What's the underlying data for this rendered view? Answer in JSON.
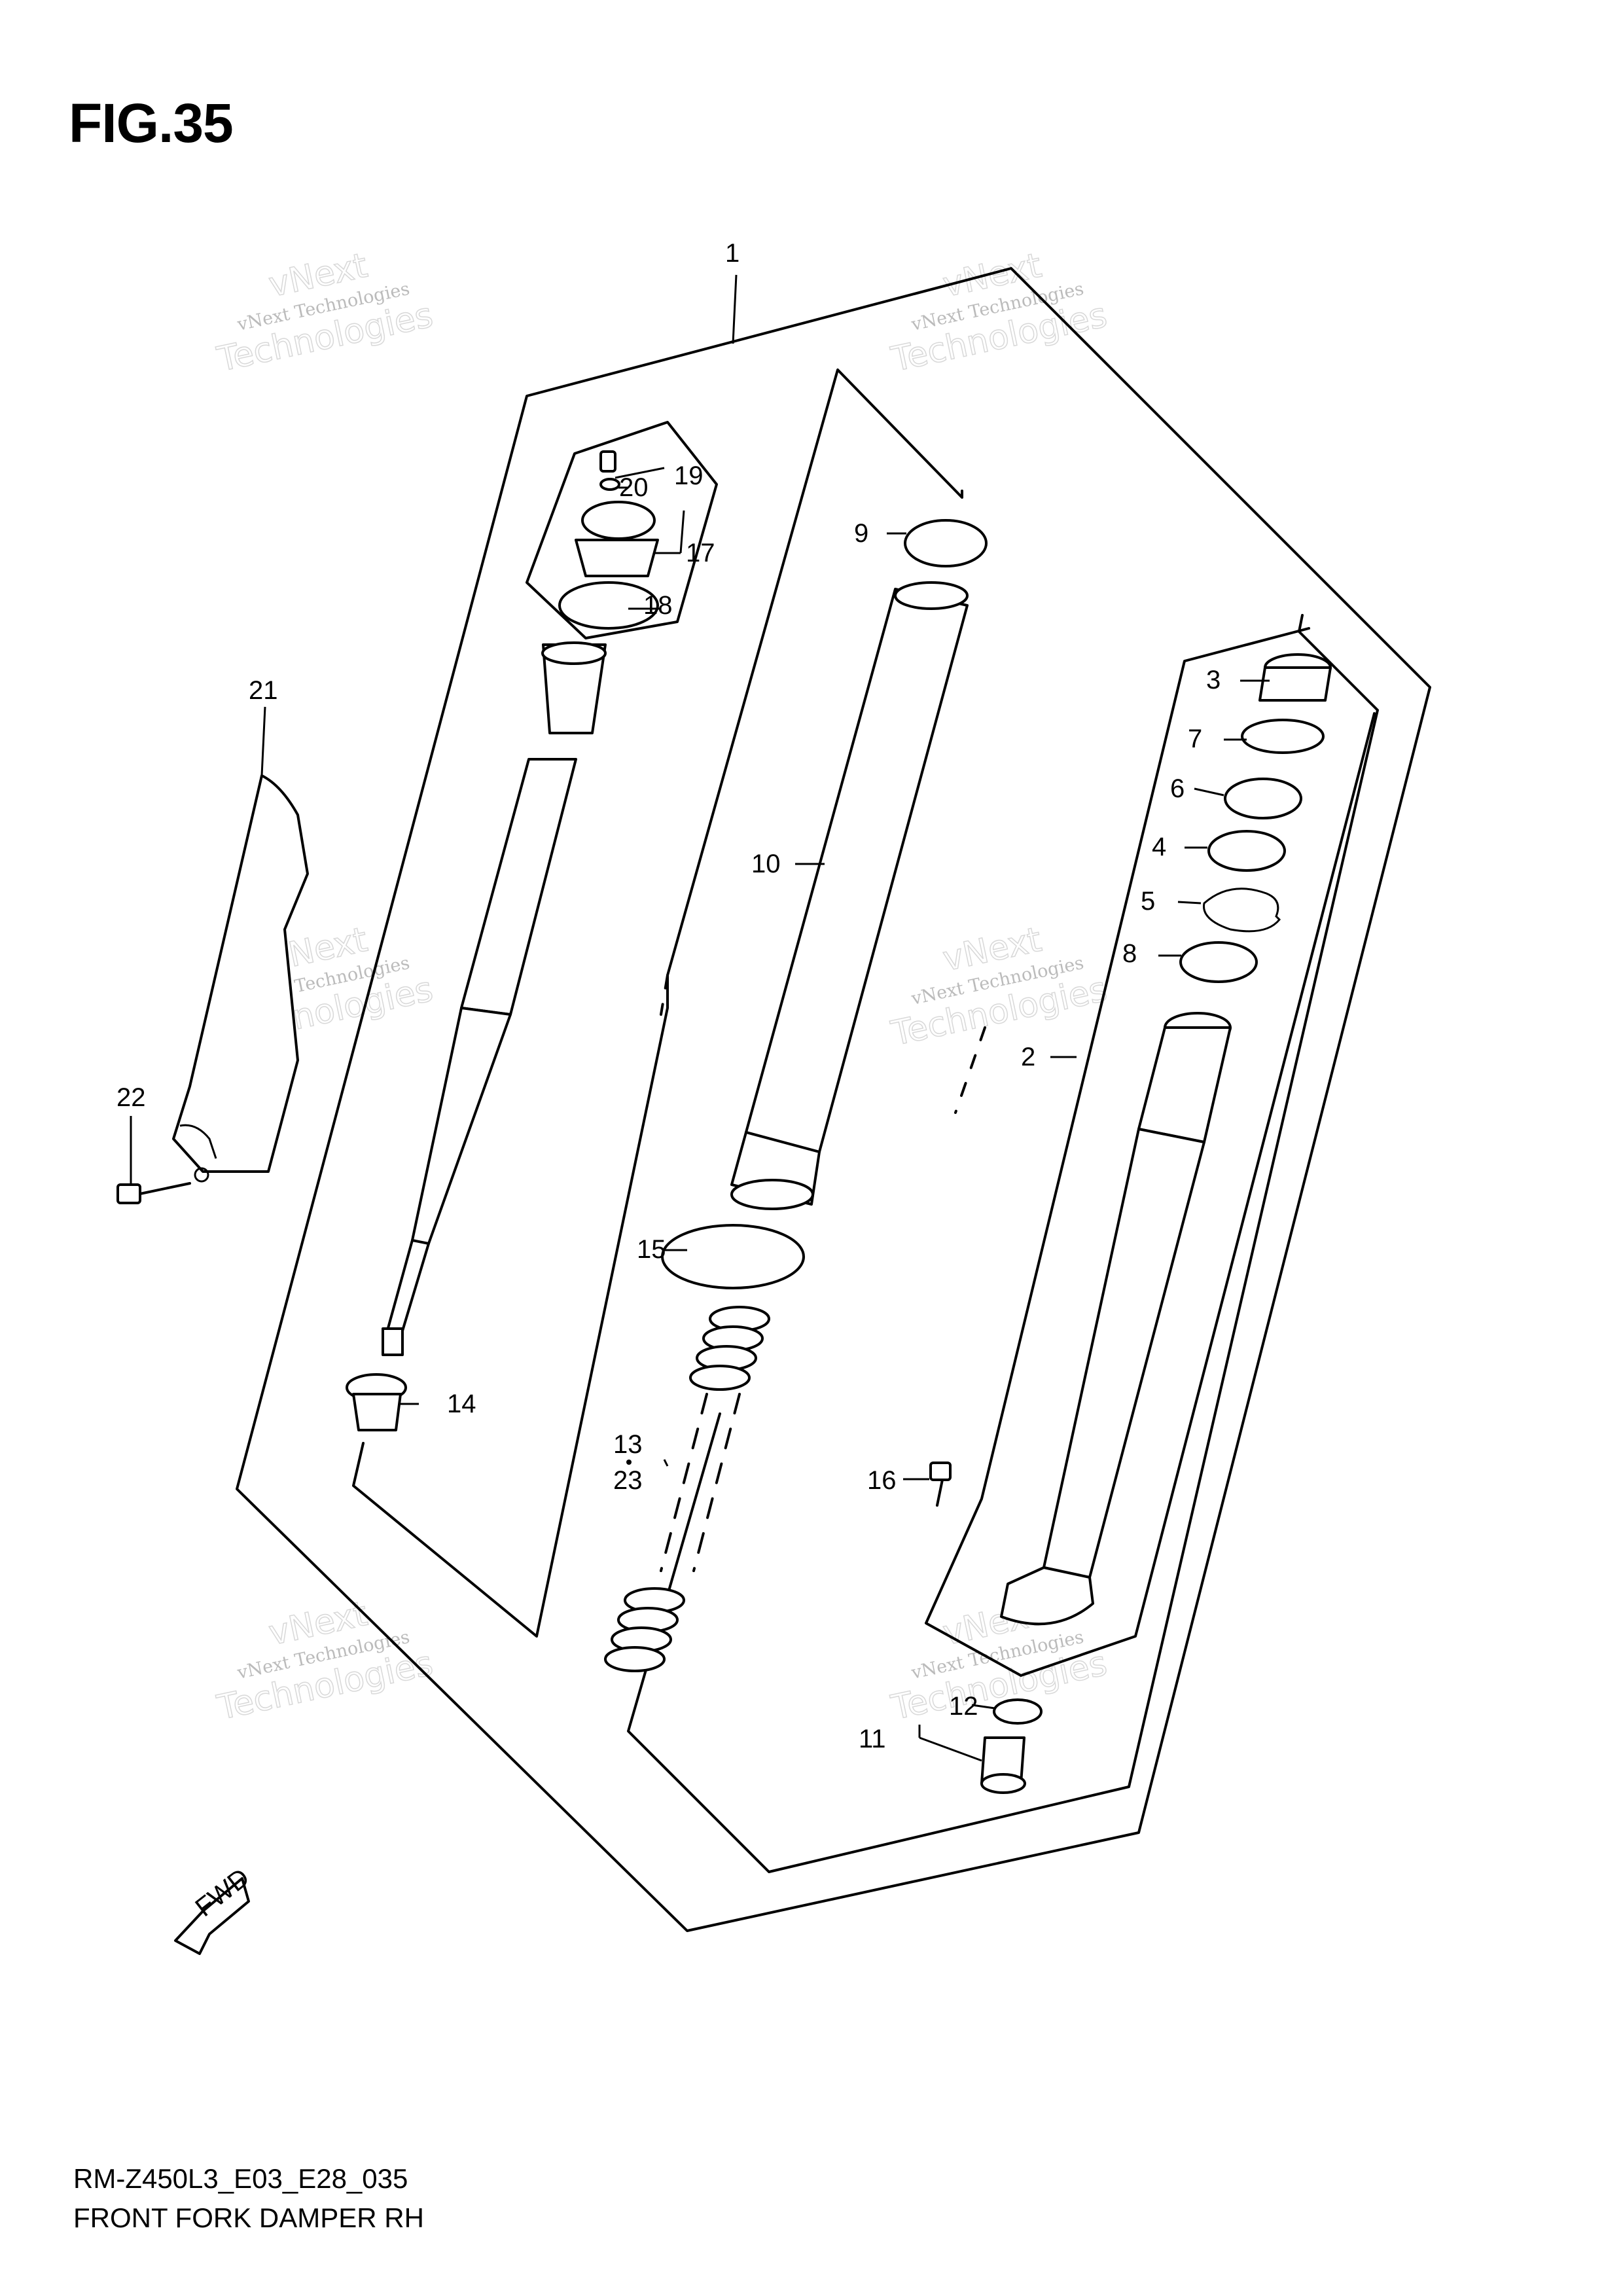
{
  "figure": {
    "title": "FIG.35",
    "model_code": "RM-Z450L3_E03_E28_035",
    "section_name": "FRONT FORK DAMPER RH"
  },
  "watermark": {
    "line1": "vNext Technologies",
    "line2": "vNext",
    "line3": "Technologies"
  },
  "direction_marker": {
    "label": "FWD"
  },
  "callouts": [
    {
      "id": "c1",
      "number": "1"
    },
    {
      "id": "c2",
      "number": "2"
    },
    {
      "id": "c3",
      "number": "3"
    },
    {
      "id": "c4",
      "number": "4"
    },
    {
      "id": "c5",
      "number": "5"
    },
    {
      "id": "c6",
      "number": "6"
    },
    {
      "id": "c7",
      "number": "7"
    },
    {
      "id": "c8",
      "number": "8"
    },
    {
      "id": "c9",
      "number": "9"
    },
    {
      "id": "c10",
      "number": "10"
    },
    {
      "id": "c11",
      "number": "11"
    },
    {
      "id": "c12",
      "number": "12"
    },
    {
      "id": "c13",
      "number": "13"
    },
    {
      "id": "c14",
      "number": "14"
    },
    {
      "id": "c15",
      "number": "15"
    },
    {
      "id": "c16",
      "number": "16"
    },
    {
      "id": "c17",
      "number": "17"
    },
    {
      "id": "c18",
      "number": "18"
    },
    {
      "id": "c19",
      "number": "19"
    },
    {
      "id": "c20",
      "number": "20"
    },
    {
      "id": "c21",
      "number": "21"
    },
    {
      "id": "c22",
      "number": "22"
    },
    {
      "id": "c23",
      "number": "23"
    }
  ]
}
